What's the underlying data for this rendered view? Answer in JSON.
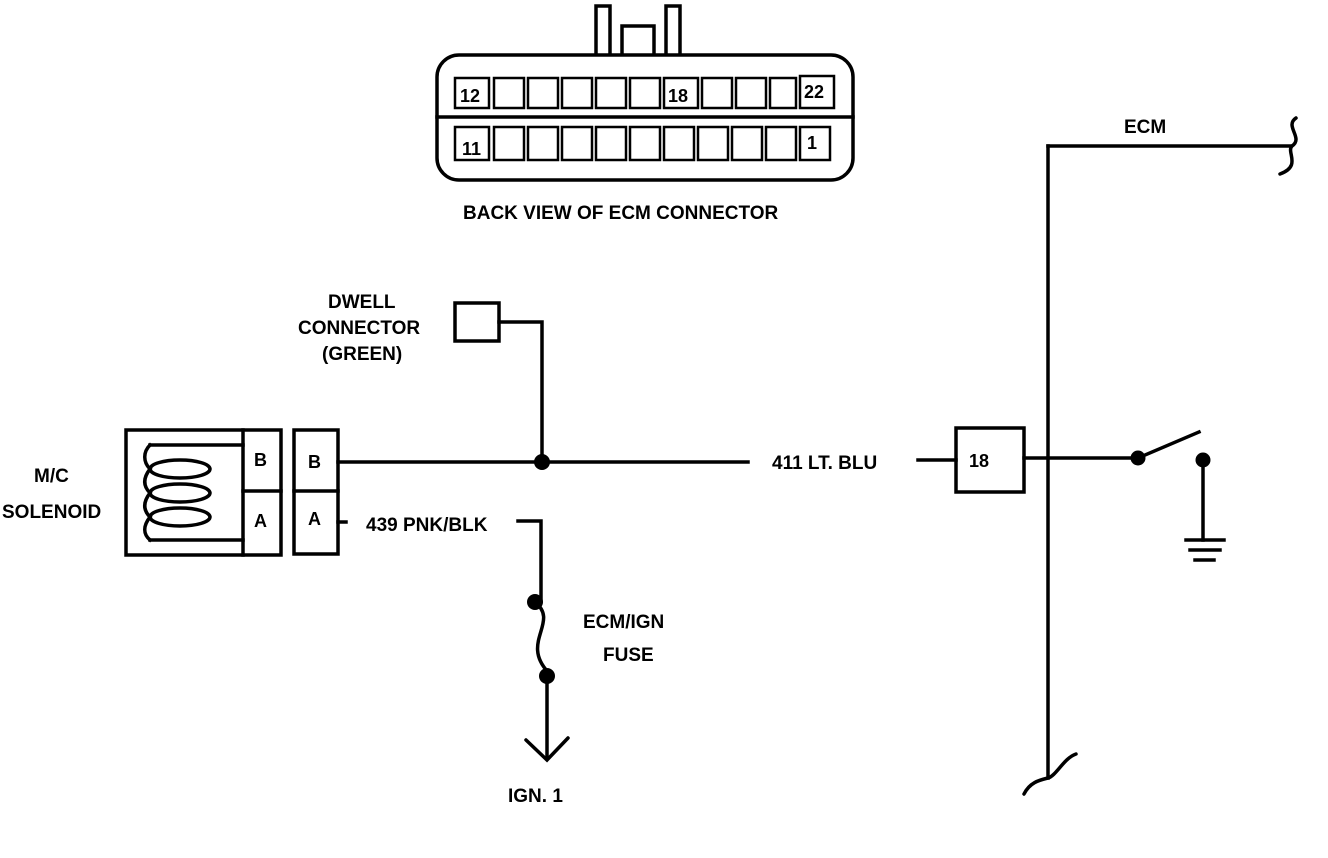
{
  "ecm_connector": {
    "caption": "BACK VIEW OF ECM CONNECTOR",
    "top_row_labels": [
      "12",
      "18",
      "22"
    ],
    "bottom_row_labels": [
      "11",
      "1"
    ]
  },
  "ecm": {
    "label": "ECM",
    "pin_label": "18"
  },
  "dwell_connector": {
    "line1": "DWELL",
    "line2": "CONNECTOR",
    "line3": "(GREEN)"
  },
  "solenoid": {
    "line1": "M/C",
    "line2": "SOLENOID",
    "pin_b": "B",
    "pin_a": "A",
    "harness_pin_b": "B",
    "harness_pin_a": "A"
  },
  "wires": {
    "signal": "411 LT. BLU",
    "power": "439 PNK/BLK"
  },
  "fuse": {
    "line1": "ECM/IGN",
    "line2": "FUSE"
  },
  "power_source": {
    "label": "IGN. 1"
  }
}
